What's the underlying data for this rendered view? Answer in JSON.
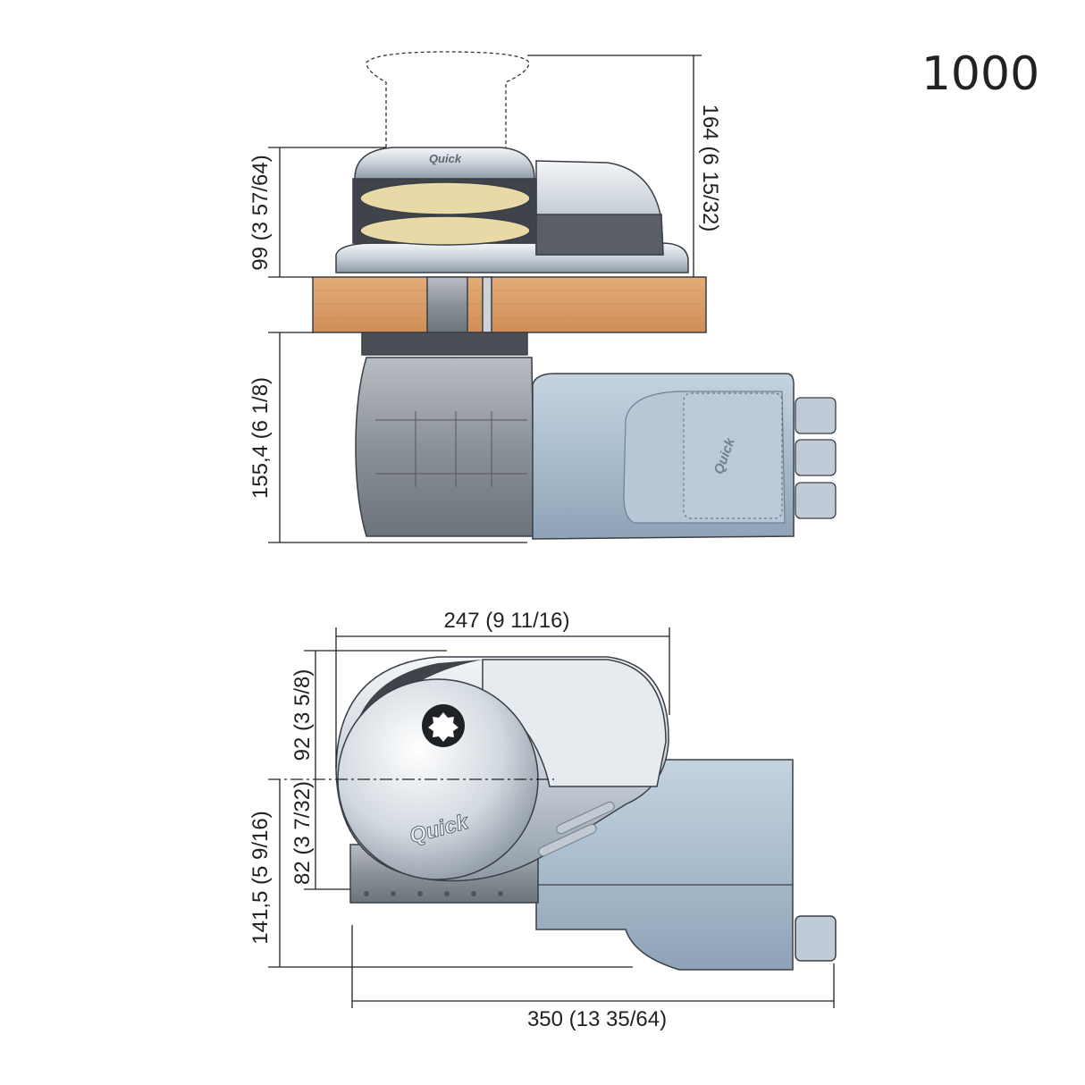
{
  "model_number": "1000",
  "brand_logo": "Quick",
  "colors": {
    "deck_wood": "#d99c66",
    "motor_blue": "#a9bccd",
    "chrome": "#d7dde3",
    "dark_metal": "#4a4f55"
  },
  "dimensions": {
    "top_height_total": "164 (6 15/32)",
    "top_height_above_deck": "99 (3 57/64)",
    "below_deck_height": "155,4 (6 1/8)",
    "plan_width_top": "247 (9 11/16)",
    "plan_upper_to_axis": "92 (3 5/8)",
    "plan_axis_to_base": "82 (3 7/32)",
    "plan_axis_to_motor_end": "141,5 (5 9/16)",
    "plan_total_length": "350 (13 35/64)"
  }
}
